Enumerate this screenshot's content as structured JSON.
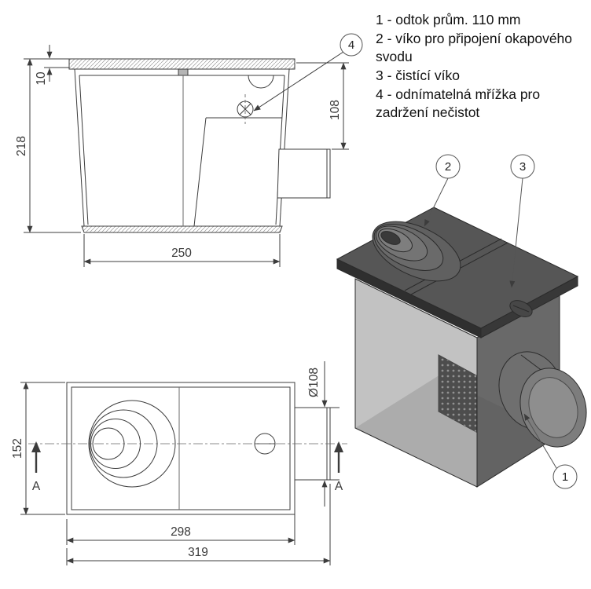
{
  "legend": {
    "items": [
      "1 - odtok prům. 110 mm",
      "2 - víko pro připojení okapového svodu",
      "3 - čistící víko",
      "4 - odnímatelná mřížka pro zadržení nečistot"
    ]
  },
  "side_view": {
    "dim_rim_height": "10",
    "dim_total_height": "218",
    "dim_outlet_height": "108",
    "dim_bottom_width": "250",
    "callout_grid": "4"
  },
  "top_view": {
    "dim_width": "152",
    "dim_pipe_diameter": "Ø108",
    "dim_inner_length": "298",
    "dim_total_length": "319",
    "section_label_left": "A",
    "section_label_right": "A"
  },
  "iso_view": {
    "callout_outlet": "1",
    "callout_inlet_lid": "2",
    "callout_cleaning_lid": "3"
  },
  "colors": {
    "line": "#3c3c3c",
    "render_dark": "#4a4a4a",
    "render_mid": "#6b6b6b",
    "render_light": "#8a8a8a",
    "background": "#ffffff"
  }
}
